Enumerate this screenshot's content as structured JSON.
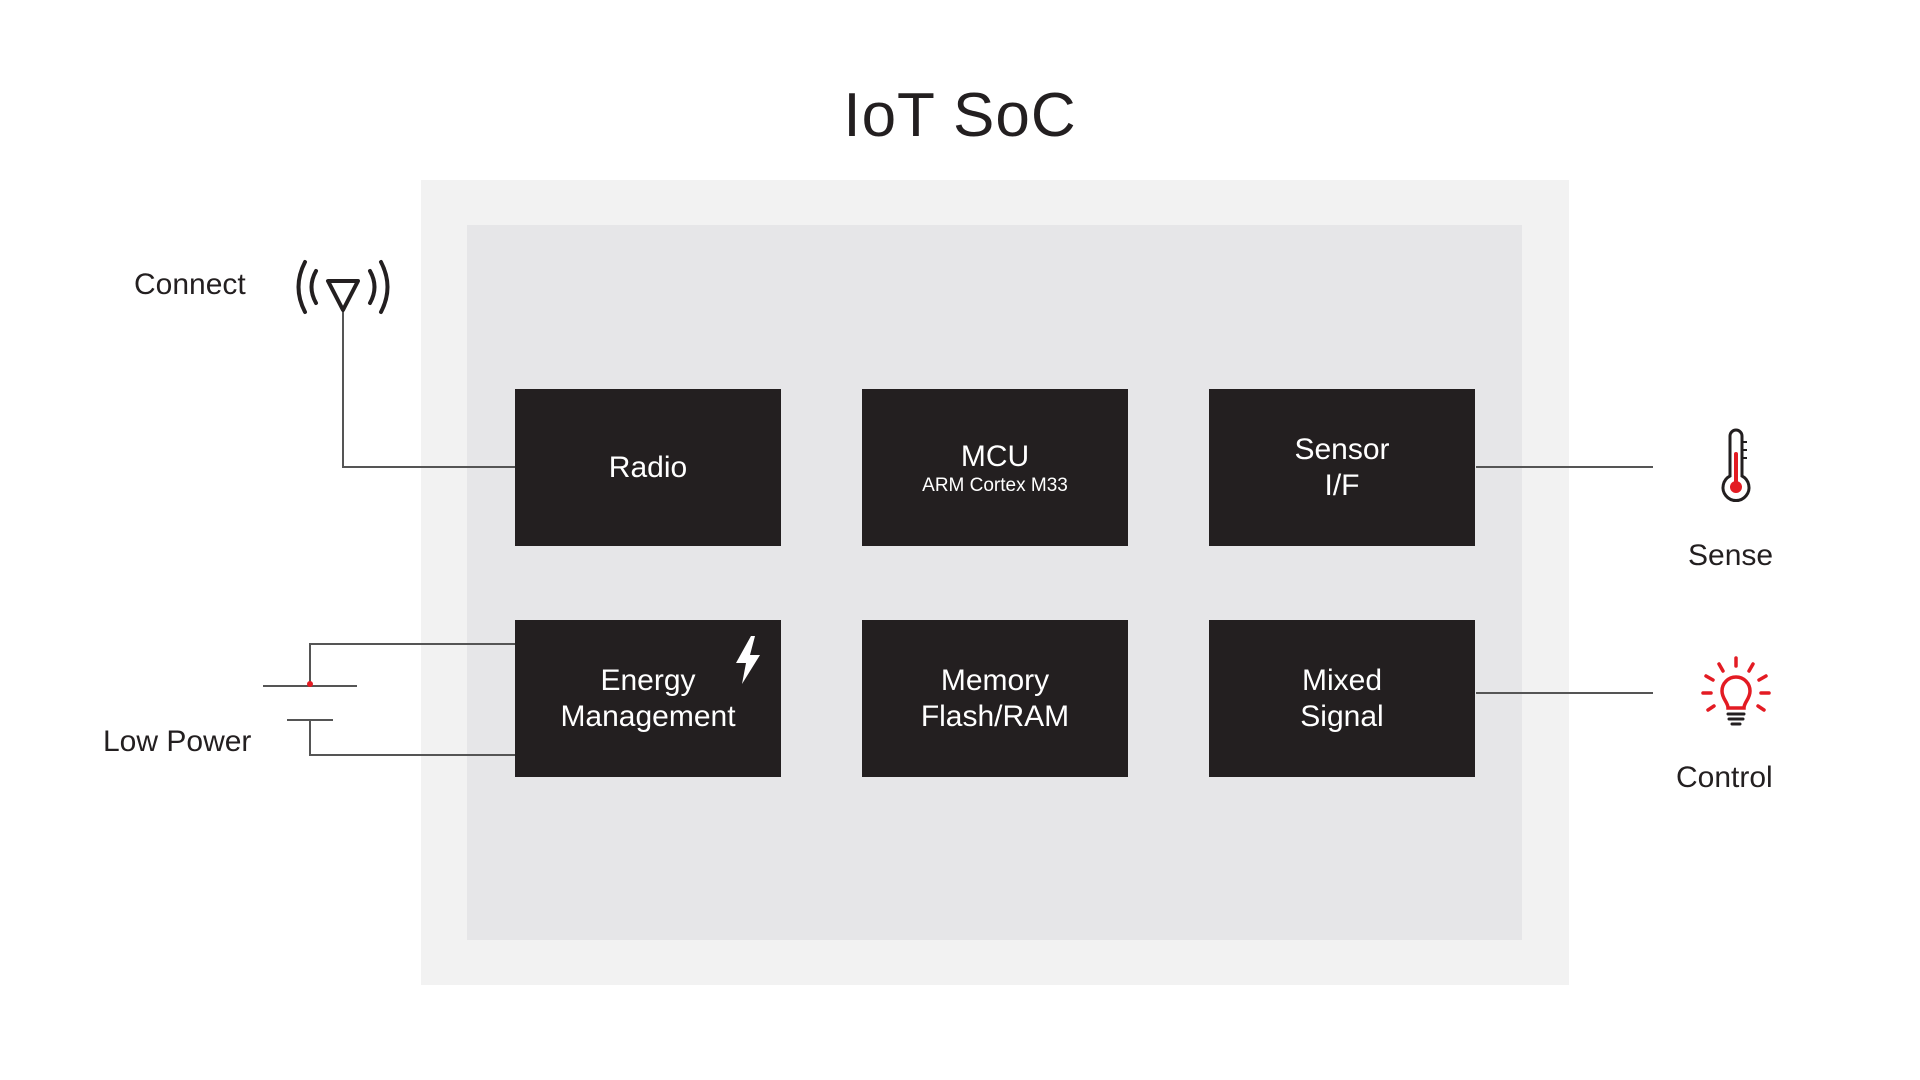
{
  "title": "IoT SoC",
  "blocks": {
    "radio": {
      "line1": "Radio"
    },
    "mcu": {
      "line1": "MCU",
      "sub": "ARM Cortex M33"
    },
    "sensor": {
      "line1": "Sensor",
      "line2": "I/F"
    },
    "energy": {
      "line1": "Energy",
      "line2": "Management"
    },
    "memory": {
      "line1": "Memory",
      "line2": "Flash/RAM"
    },
    "mixed": {
      "line1": "Mixed",
      "line2": "Signal"
    }
  },
  "labels": {
    "connect": "Connect",
    "low_power": "Low Power",
    "sense": "Sense",
    "control": "Control"
  },
  "icons": {
    "antenna": "antenna-icon",
    "battery": "battery-icon",
    "bolt": "lightning-bolt-icon",
    "thermometer": "thermometer-icon",
    "bulb": "light-bulb-icon"
  },
  "colors": {
    "block": "#231f20",
    "accent": "#e31b23",
    "outer_bg": "#f2f2f2",
    "inner_bg": "#e6e6e8",
    "line": "#555555"
  }
}
